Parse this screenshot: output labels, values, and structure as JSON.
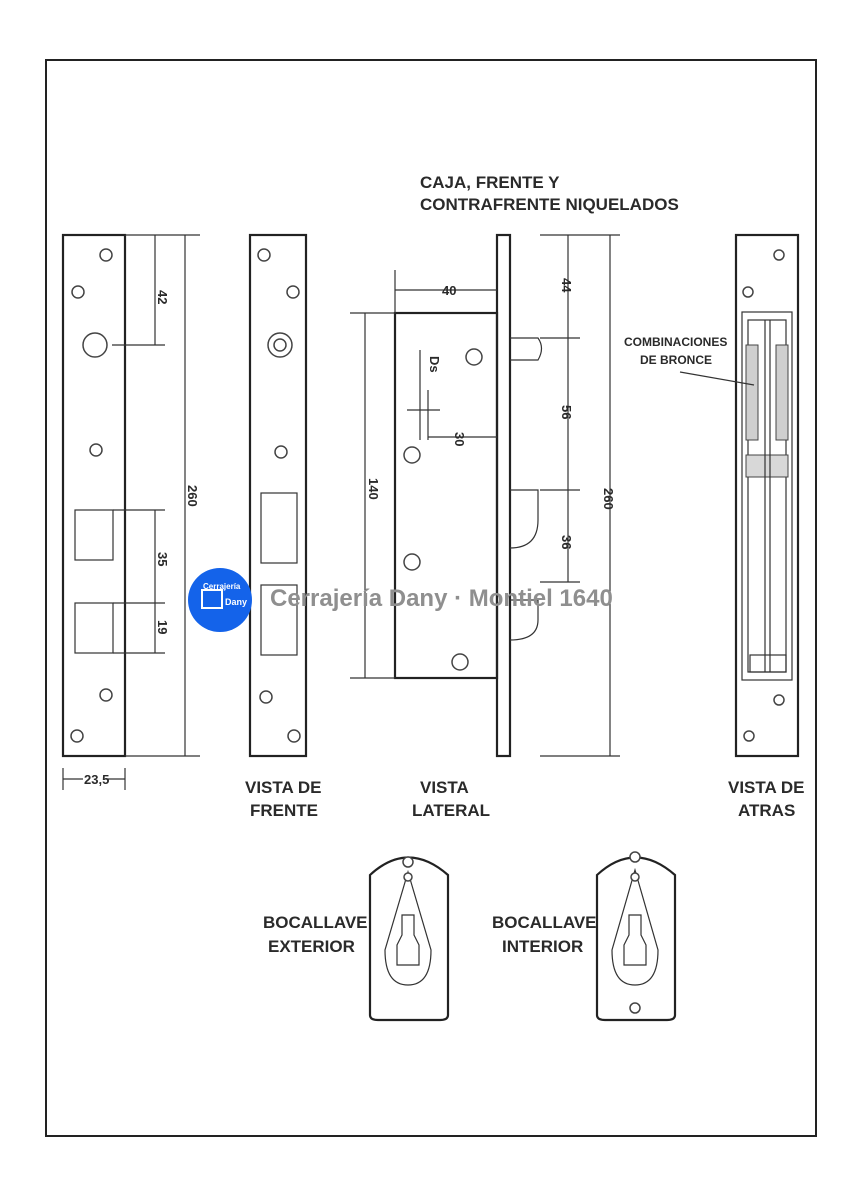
{
  "header": {
    "line1": "CAJA, FRENTE Y",
    "line2": "CONTRAFRENTE NIQUELADOS"
  },
  "dimensions": {
    "front_top": "42",
    "front_total": "260",
    "front_mid": "35",
    "front_low": "19",
    "front_width": "23,5",
    "side_depth": "40",
    "side_ds": "Ds",
    "side_30": "30",
    "side_height": "140",
    "right_top": "44",
    "right_mid": "56",
    "right_total": "260",
    "right_low": "36"
  },
  "labels": {
    "front_view": [
      "VISTA DE",
      "FRENTE"
    ],
    "side_view": [
      "VISTA",
      "LATERAL"
    ],
    "back_view": [
      "VISTA DE",
      "ATRAS"
    ],
    "combinations": [
      "COMBINACIONES",
      "DE BRONCE"
    ],
    "escutcheon_ext": [
      "BOCALLAVE",
      "EXTERIOR"
    ],
    "escutcheon_int": [
      "BOCALLAVE",
      "INTERIOR"
    ]
  },
  "watermark": {
    "badge_top": "Cerrajería",
    "badge_bottom": "Dany",
    "text": "Cerrajería Dany · Montiel 1640",
    "badge_color": "#1463ea",
    "text_color": "#8f8f8f"
  }
}
